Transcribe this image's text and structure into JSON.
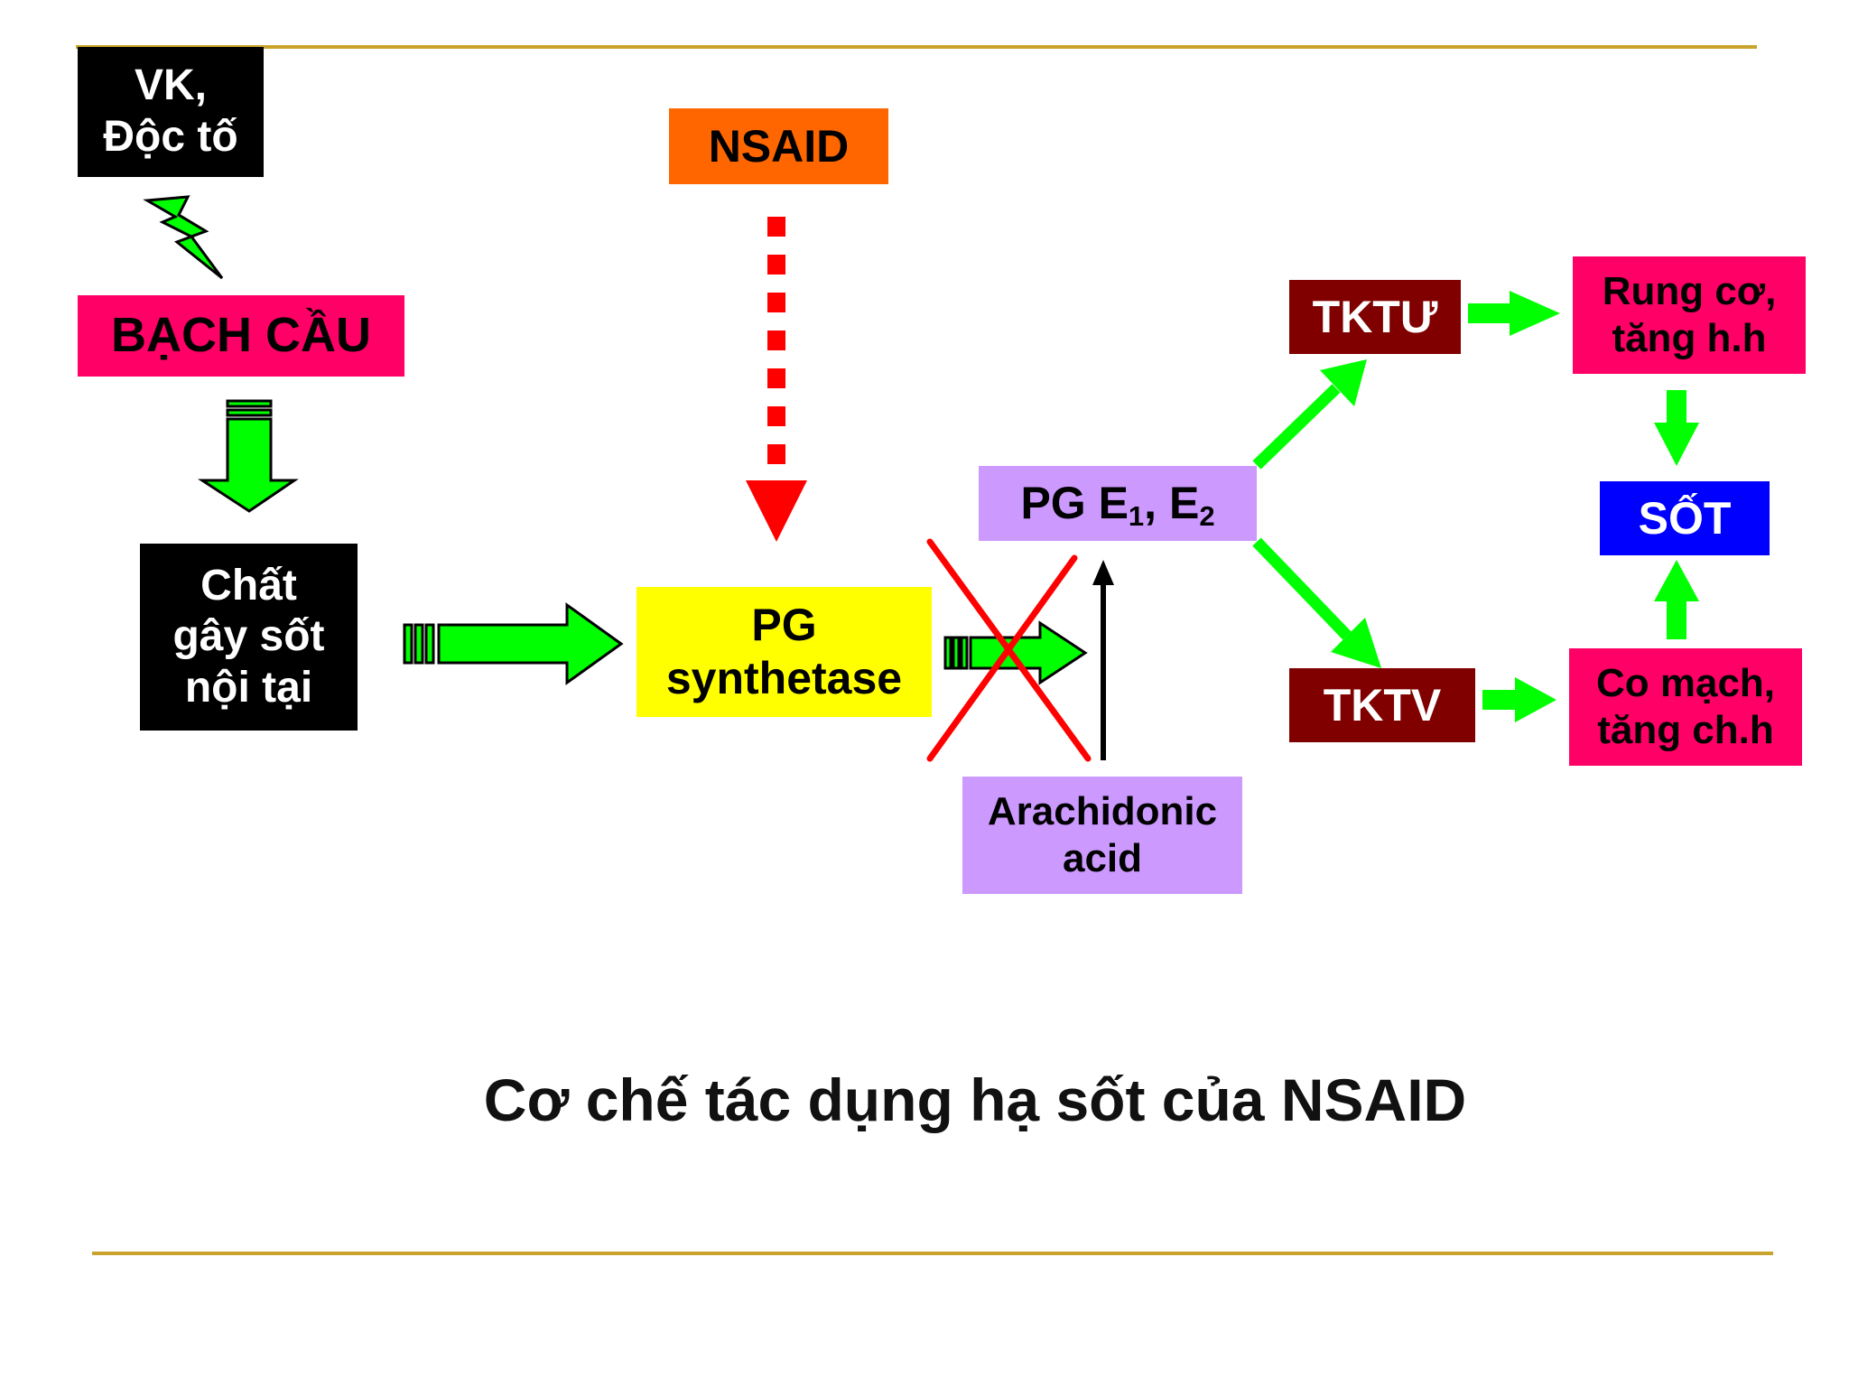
{
  "nodes": {
    "vk": {
      "line1": "VK,",
      "line2": "Độc tố"
    },
    "nsaid": {
      "label": "NSAID"
    },
    "bach_cau": {
      "label": "BẠCH CẦU"
    },
    "chat_gay_sot": {
      "line1": "Chất",
      "line2": "gây sốt",
      "line3": "nội tại"
    },
    "pg_synthetase": {
      "line1": "PG",
      "line2": "synthetase"
    },
    "pge": {
      "prefix": "PG E",
      "sub1": "1",
      "sep": ", E",
      "sub2": "2"
    },
    "arachidonic": {
      "line1": "Arachidonic",
      "line2": "acid"
    },
    "tktu": {
      "label": "TKTƯ"
    },
    "tktv": {
      "label": "TKTV"
    },
    "rung_co": {
      "line1": "Rung cơ,",
      "line2": "tăng h.h"
    },
    "co_mach": {
      "line1": "Co mạch,",
      "line2": "tăng ch.h"
    },
    "sot": {
      "label": "SỐT"
    }
  },
  "caption": "Cơ chế tác dụng hạ sốt của NSAID",
  "colors": {
    "black": "#000000",
    "orange": "#ff6600",
    "pink": "#ff0066",
    "yellow": "#ffff00",
    "lavender": "#cc99ff",
    "maroon": "#800000",
    "blue": "#0000ff",
    "green": "#00ff00",
    "red": "#ff0000",
    "rule": "#c9a32b"
  }
}
